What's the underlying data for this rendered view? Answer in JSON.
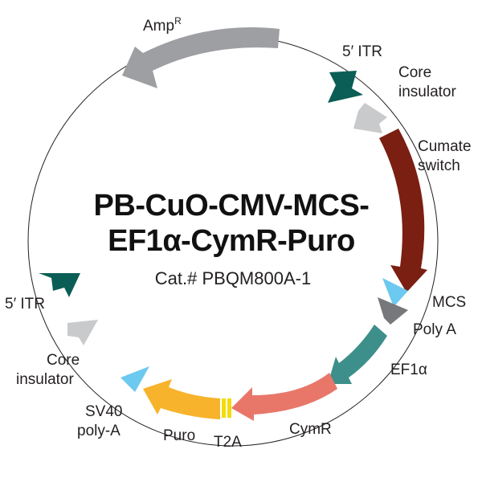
{
  "plasmid": {
    "name_line1": "PB-CuO-CMV-MCS-",
    "name_line2": "EF1α-CymR-Puro",
    "catalog": "Cat.# PBQM800A-1"
  },
  "labels": {
    "ampr_main": "Amp",
    "ampr_sup": "R",
    "itr_top": "5′ ITR",
    "core_top_1": "Core",
    "core_top_2": "insulator",
    "cumate_1": "Cumate",
    "cumate_2": "switch",
    "mcs": "MCS",
    "polya": "Poly A",
    "ef1a": "EF1α",
    "cymr": "CymR",
    "t2a": "T2A",
    "puro": "Puro",
    "sv40_1": "SV40",
    "sv40_2": "poly-A",
    "core_left_1": "Core",
    "core_left_2": "insulator",
    "itr_left": "5′ ITR"
  },
  "colors": {
    "backbone": "#231f20",
    "ampr": "#9d9fa2",
    "itr": "#0b5e55",
    "core_insulator": "#c9cacc",
    "cumate_switch": "#7a1f12",
    "mcs": "#6cc9ef",
    "polya": "#77787b",
    "ef1a": "#3d8f8b",
    "cymr": "#e8776a",
    "t2a": "#f2dc0c",
    "puro": "#f7b32b",
    "sv40": "#6cc9ef"
  }
}
